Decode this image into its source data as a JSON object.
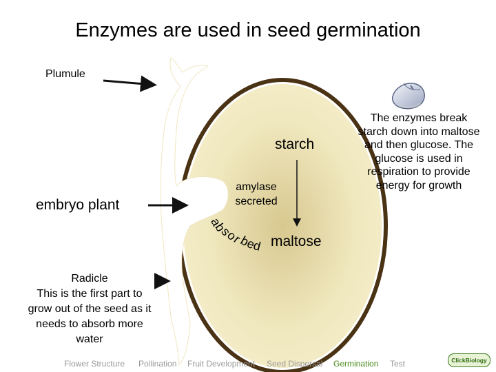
{
  "title": "Enzymes are used in seed germination",
  "labels": {
    "plumule": "Plumule",
    "starch": "starch",
    "amylase_line1": "amylase",
    "amylase_line2": "secreted",
    "embryo": "embryo plant",
    "maltose": "maltose",
    "absorbed_letters": [
      "a",
      "b",
      "s",
      "o",
      "r",
      "b",
      "e",
      "d"
    ]
  },
  "explanation": "The enzymes break starch down into maltose and then glucose. The glucose is used in respiration to provide energy for growth",
  "radicle": {
    "heading": "Radicle",
    "text": "This is the first part to grow out of the seed as it needs to absorb more water"
  },
  "nav": {
    "items": [
      "Flower Structure",
      "Pollination",
      "Fruit Development",
      "Seed Dispersal",
      "Germination",
      "Test"
    ],
    "active": "Germination"
  },
  "logo_text": "ClickBiology",
  "colors": {
    "seed_coat": "#f0e8bc",
    "seed_outline": "#5a3e1c",
    "endosperm": "#ffffff",
    "seedling": "#ffffff",
    "nav_active": "#4d8c1e",
    "nav_inactive": "#999999"
  }
}
